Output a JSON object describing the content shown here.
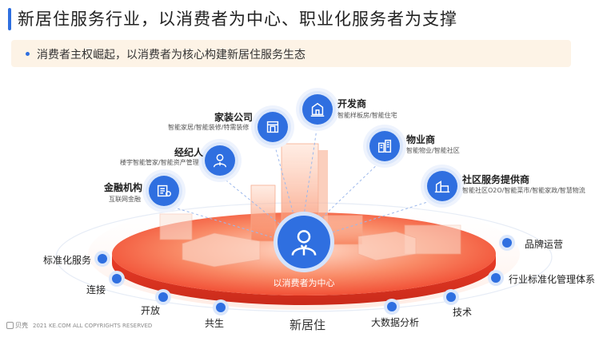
{
  "title": "新居住服务行业，以消费者为中心、职业化服务者为支撑",
  "banner": "消费者主权崛起，以消费者为核心构建新居住服务生态",
  "center_label": "以消费者为中心",
  "base_label": "新居住",
  "nodes": {
    "developer": {
      "title": "开发商",
      "sub": "智能样板房/智能住宅"
    },
    "decoration": {
      "title": "家装公司",
      "sub": "智能家居/智能装修/特需装修"
    },
    "property": {
      "title": "物业商",
      "sub": "智能物业/智能社区"
    },
    "agent": {
      "title": "经纪人",
      "sub": "楼宇智能管家/智能资产管理"
    },
    "community": {
      "title": "社区服务提供商",
      "sub": "智能社区O2O/智能菜市/智能家政/智慧物流"
    },
    "finance": {
      "title": "金融机构",
      "sub": "互联网金融"
    }
  },
  "ring": {
    "standard_service": "标准化服务",
    "connect": "连接",
    "open": "开放",
    "cobuild": "共生",
    "bigdata": "大数据分析",
    "tech": "技术",
    "industry_standard": "行业标准化管理体系",
    "brand": "品牌运营"
  },
  "footer": {
    "brand": "贝壳",
    "copyright": "2021 KE.COM ALL COPYRIGHTS RESERVED"
  },
  "colors": {
    "accent": "#2f6fe0",
    "platform": "#f2553a",
    "banner_bg": "#fdf3e6"
  }
}
